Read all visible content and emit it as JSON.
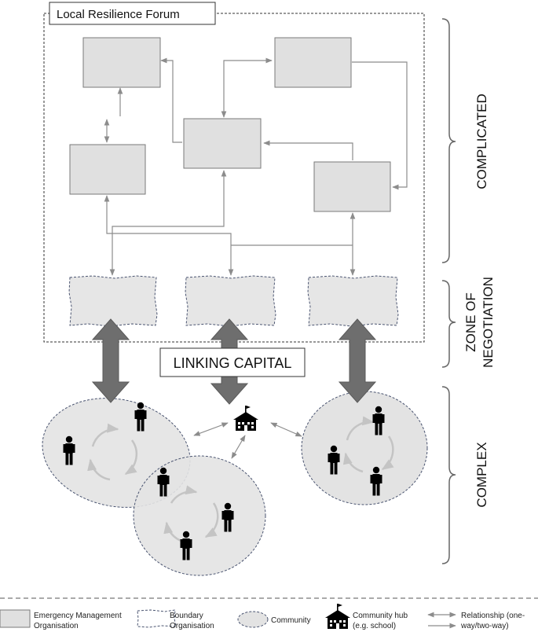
{
  "diagram": {
    "forum_label": "Local Resilience Forum",
    "linking_capital_label": "LINKING CAPITAL",
    "zones": {
      "complicated": "COMPLICATED",
      "negotiation_line1": "ZONE OF",
      "negotiation_line2": "NEGOTIATION",
      "complex": "COMPLEX"
    }
  },
  "legend": {
    "emo_line1": "Emergency Management",
    "emo_line2": "Organisation",
    "boundary_line1": "Boundary",
    "boundary_line2": "Organisation",
    "community": "Community",
    "hub_line1": "Community hub",
    "hub_line2": "(e.g. school)",
    "relationship_line1": "Relationship (one-",
    "relationship_line2": "way/two-way)"
  },
  "colors": {
    "box_fill": "#e0e0e0",
    "box_stroke": "#7a7a7a",
    "arrow_fill": "#6e6e6e",
    "community_fill": "#e3e3e3",
    "connector": "#8c8c8c",
    "person": "#000000"
  }
}
